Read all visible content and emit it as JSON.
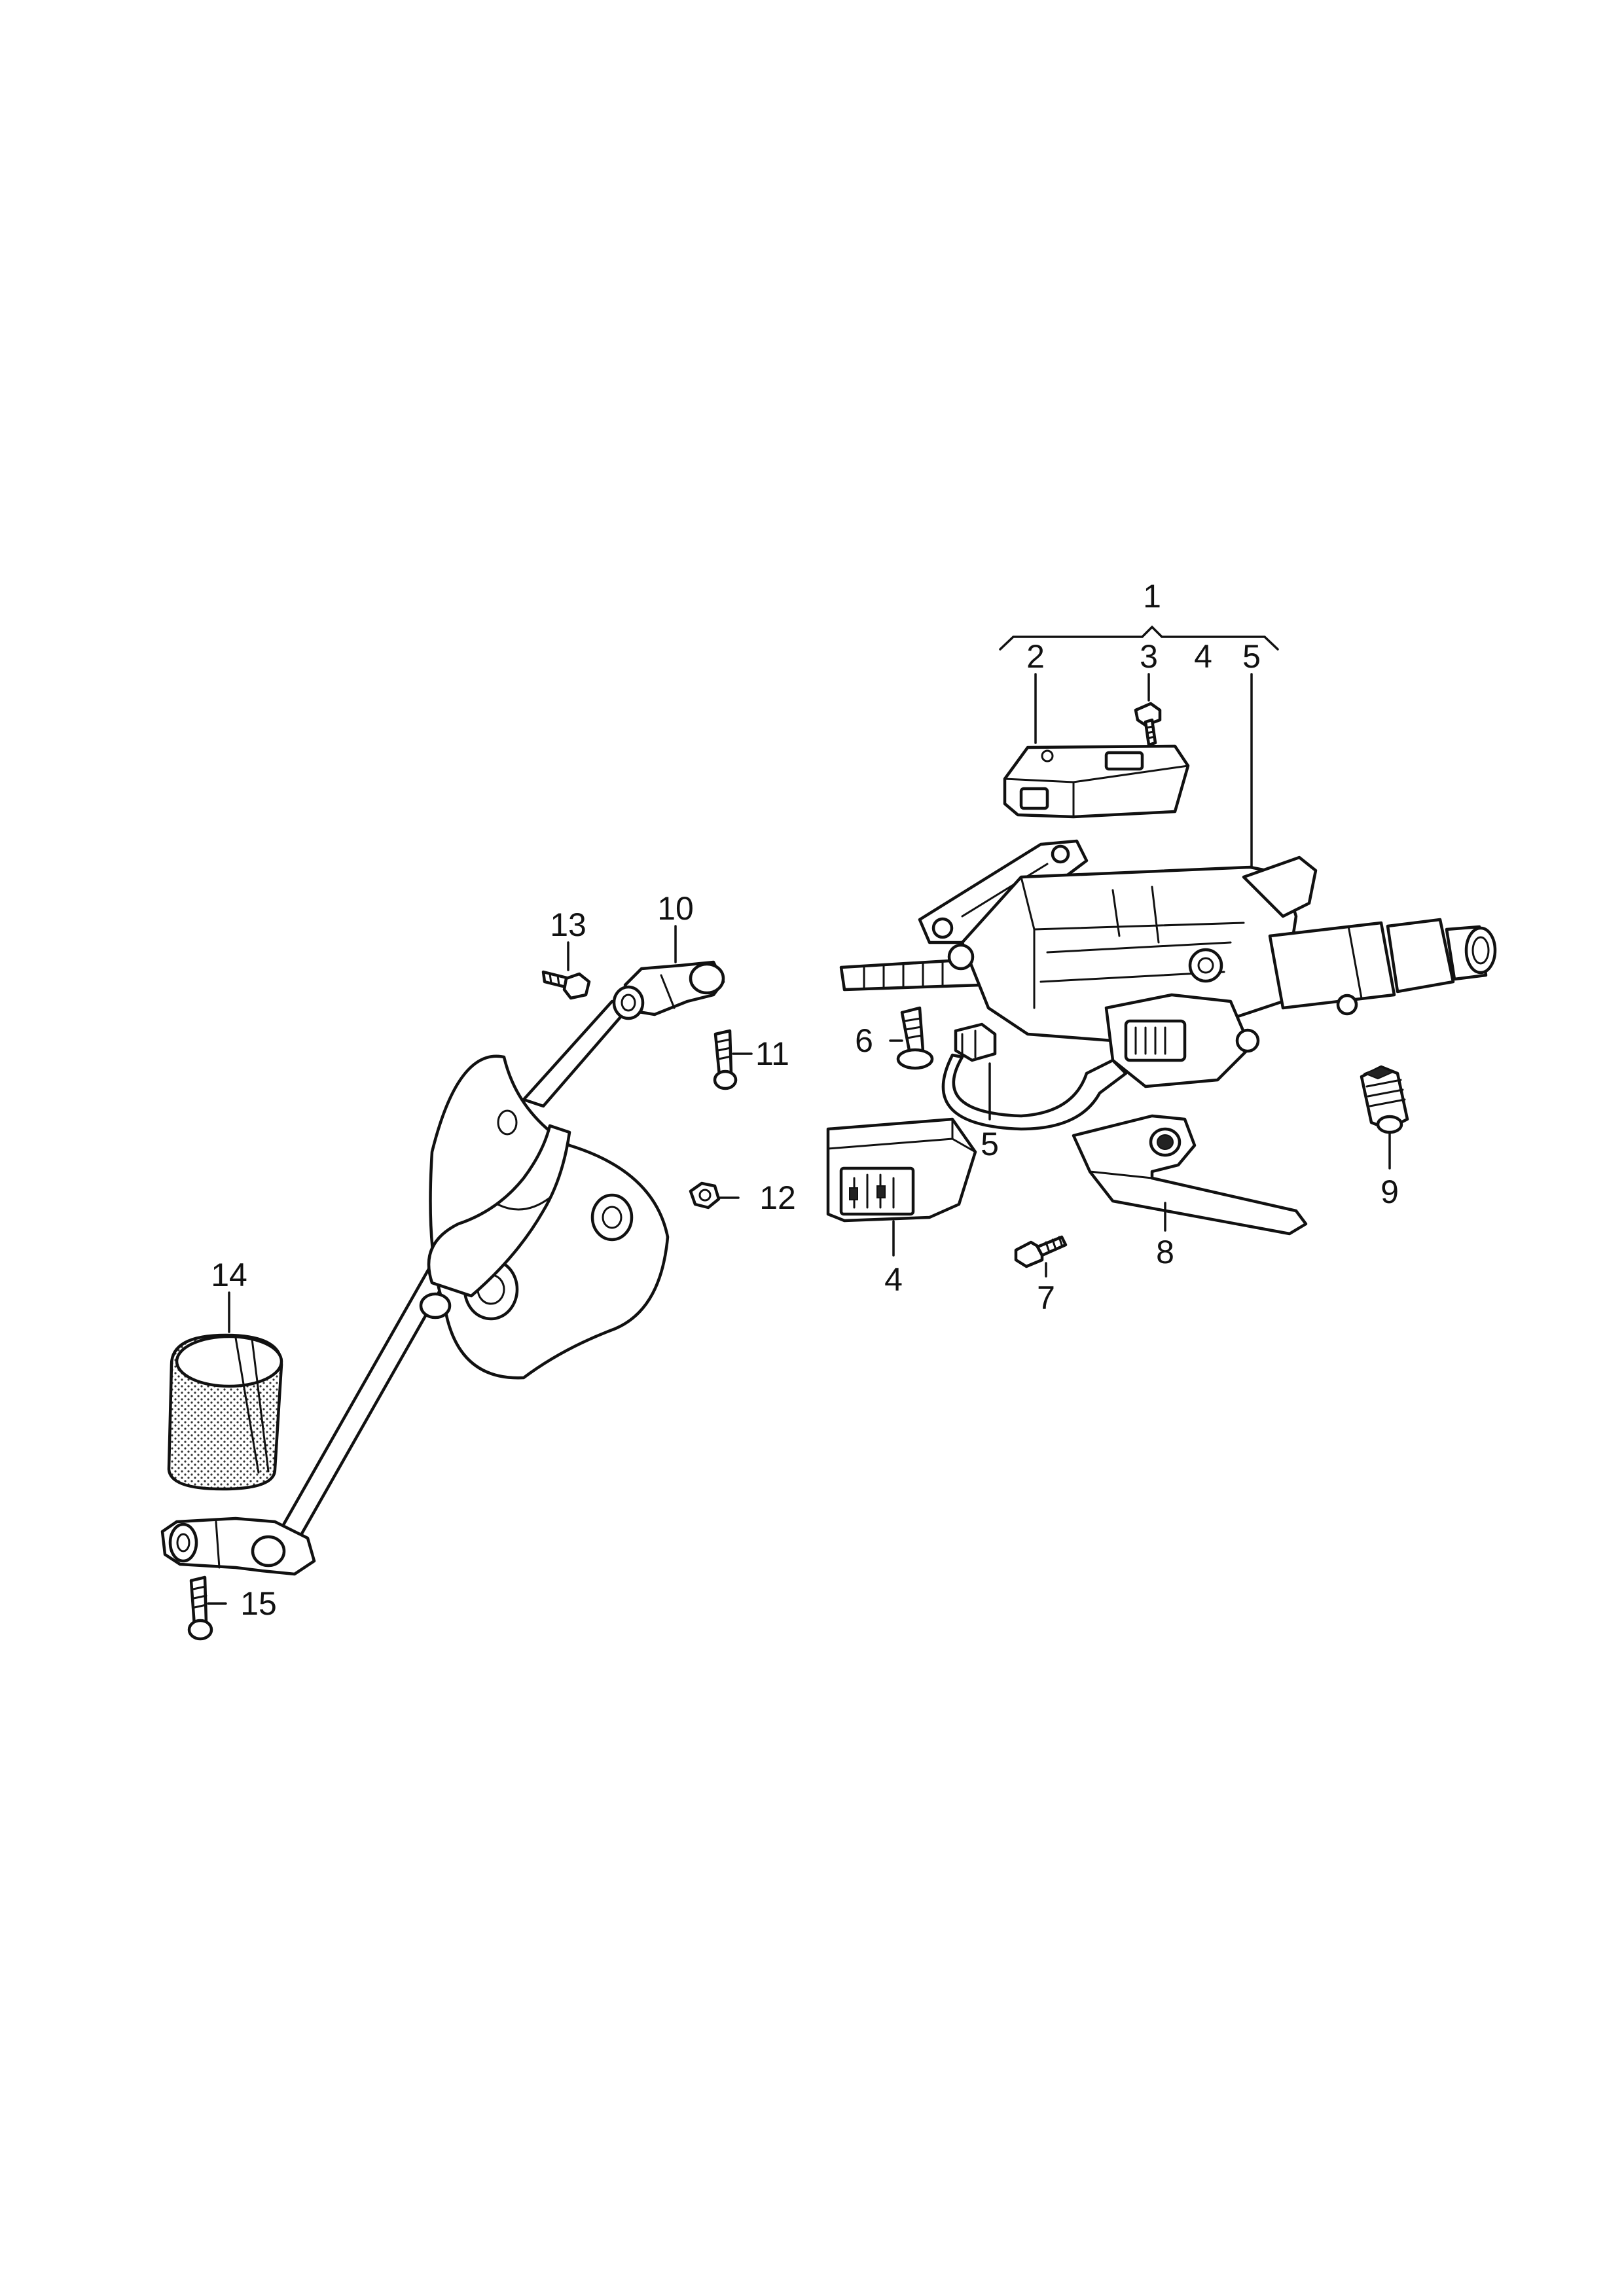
{
  "diagram": {
    "callouts": [
      {
        "id": "1",
        "text": "1"
      },
      {
        "id": "2",
        "text": "2"
      },
      {
        "id": "3",
        "text": "3"
      },
      {
        "id": "4a",
        "text": "4"
      },
      {
        "id": "5a",
        "text": "5"
      },
      {
        "id": "5b",
        "text": "5"
      },
      {
        "id": "4b",
        "text": "4"
      },
      {
        "id": "6",
        "text": "6"
      },
      {
        "id": "7",
        "text": "7"
      },
      {
        "id": "8",
        "text": "8"
      },
      {
        "id": "9",
        "text": "9"
      },
      {
        "id": "10",
        "text": "10"
      },
      {
        "id": "11",
        "text": "11"
      },
      {
        "id": "12",
        "text": "12"
      },
      {
        "id": "13",
        "text": "13"
      },
      {
        "id": "14",
        "text": "14"
      },
      {
        "id": "15",
        "text": "15"
      }
    ],
    "parts": [
      "steering-column-assembly",
      "control-unit",
      "screw",
      "switch-module",
      "wiring-harness",
      "bolt",
      "screw",
      "adjustment-lever",
      "connector-sleeve",
      "upper-universal-joint",
      "bolt",
      "nut",
      "bolt",
      "intermediate-sleeve",
      "bolt"
    ]
  }
}
